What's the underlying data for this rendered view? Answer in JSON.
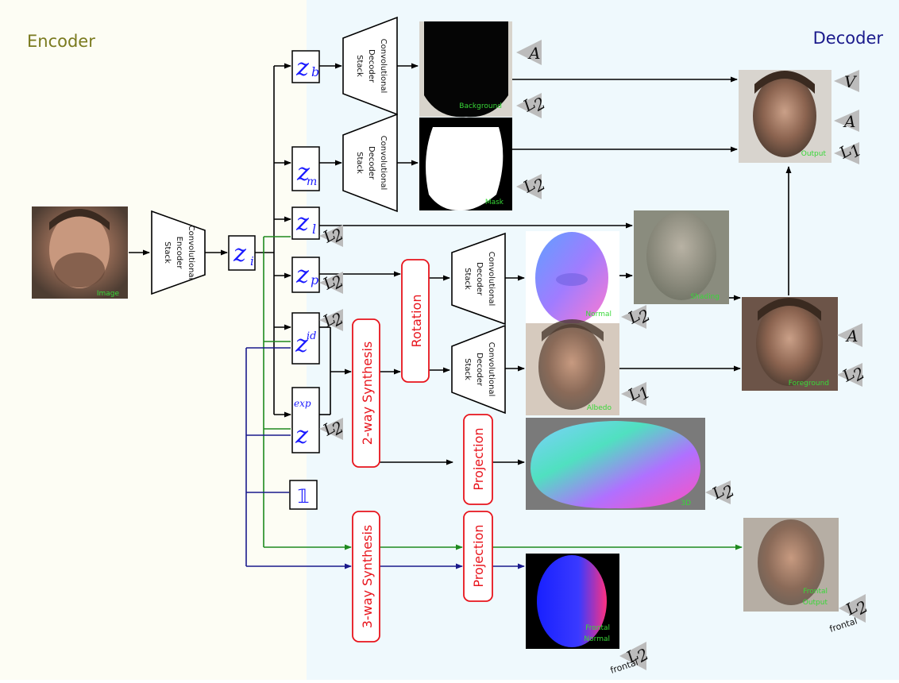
{
  "regions": {
    "encoder": "Encoder",
    "decoder": "Decoder"
  },
  "encoder_stack": [
    "Convolutional",
    "Encoder",
    "Stack"
  ],
  "decoder_stack": [
    "Convolutional",
    "Decoder",
    "Stack"
  ],
  "latents": {
    "zi": {
      "base": "z",
      "sub": "i"
    },
    "zb": {
      "base": "z",
      "sub": "b"
    },
    "zm": {
      "base": "z",
      "sub": "m"
    },
    "zl": {
      "base": "z",
      "sub": "l"
    },
    "zp": {
      "base": "z",
      "sub": "p"
    },
    "zid": {
      "base": "z",
      "sub": "id"
    },
    "zexp": {
      "base": "z",
      "sub": "exp"
    },
    "one": "𝟙"
  },
  "ops": {
    "rotation": "Rotation",
    "two_way": "2-way Synthesis",
    "projection": "Projection",
    "three_way": "3-way Synthesis"
  },
  "images": {
    "input": "Image",
    "background": "Background",
    "mask": "Mask",
    "output": "Output",
    "shading": "Shading",
    "normal": "Normal",
    "albedo": "Albedo",
    "foreground": "Foreground",
    "geometry": "3D",
    "frontal_output": [
      "Frontal",
      "Output"
    ],
    "frontal_normal": [
      "Frontal",
      "Normal"
    ]
  },
  "losses": {
    "A": "A",
    "V": "V",
    "L1": {
      "base": "L",
      "sub": "1"
    },
    "L2": {
      "base": "L",
      "sub": "2"
    },
    "frontal": "frontal"
  },
  "colors": {
    "encoder_bg": "#fdfdf4",
    "decoder_bg": "#eff9fd",
    "encoder_title": "#7a7a1e",
    "decoder_title": "#1a1a8c",
    "latent_text": "#1a1aff",
    "op_red": "#e8141c",
    "green_path": "#1e8a1e",
    "blue_path": "#1a1a8c",
    "loss_triangle": "#bcbcbc"
  }
}
